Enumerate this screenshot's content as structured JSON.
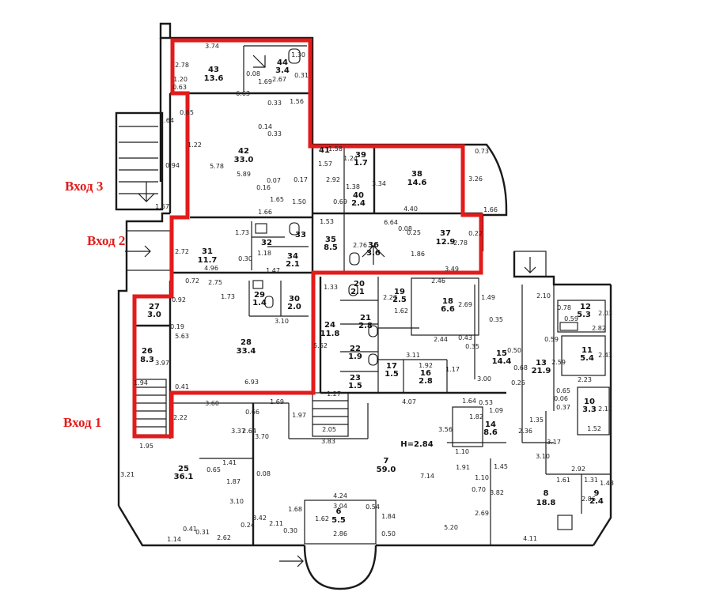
{
  "entrances": {
    "e1": "Вход 1",
    "e2": "Вход 2",
    "e3": "Вход 3"
  },
  "rooms": [
    {
      "n": "43",
      "a": "13.6"
    },
    {
      "n": "44",
      "a": "3.4"
    },
    {
      "n": "42",
      "a": "33.0"
    },
    {
      "n": "41",
      "a": ""
    },
    {
      "n": "39",
      "a": "1.7"
    },
    {
      "n": "40",
      "a": "2.4"
    },
    {
      "n": "38",
      "a": "14.6"
    },
    {
      "n": "31",
      "a": "11.7"
    },
    {
      "n": "32",
      "a": ""
    },
    {
      "n": "33",
      "a": ""
    },
    {
      "n": "34",
      "a": "2.1"
    },
    {
      "n": "35",
      "a": "8.5"
    },
    {
      "n": "36",
      "a": "3.6"
    },
    {
      "n": "37",
      "a": "12.9"
    },
    {
      "n": "27",
      "a": "3.0"
    },
    {
      "n": "26",
      "a": "8.3"
    },
    {
      "n": "28",
      "a": "33.4"
    },
    {
      "n": "29",
      "a": "1.4"
    },
    {
      "n": "30",
      "a": "2.0"
    },
    {
      "n": "20",
      "a": "2.1"
    },
    {
      "n": "19",
      "a": "2.5"
    },
    {
      "n": "18",
      "a": "6.6"
    },
    {
      "n": "21",
      "a": "2.8"
    },
    {
      "n": "24",
      "a": "11.8"
    },
    {
      "n": "22",
      "a": "1.9"
    },
    {
      "n": "23",
      "a": "1.5"
    },
    {
      "n": "17",
      "a": "1.5"
    },
    {
      "n": "16",
      "a": "2.8"
    },
    {
      "n": "15",
      "a": "14.4"
    },
    {
      "n": "14",
      "a": "8.6"
    },
    {
      "n": "13",
      "a": "21.9"
    },
    {
      "n": "12",
      "a": "5.3"
    },
    {
      "n": "11",
      "a": "5.4"
    },
    {
      "n": "10",
      "a": "3.3"
    },
    {
      "n": "25",
      "a": "36.1"
    },
    {
      "n": "7",
      "a": "59.0"
    },
    {
      "n": "6",
      "a": "5.5"
    },
    {
      "n": "8",
      "a": "18.8"
    },
    {
      "n": "9",
      "a": "2.4"
    }
  ],
  "height_note": "H=2.84",
  "dims": [
    "3.74",
    "2.78",
    "1.20",
    "0.63",
    "0.08",
    "1.69",
    "2.67",
    "1.30",
    "0.31",
    "6.63",
    "0.65",
    "1.64",
    "0.33",
    "1.56",
    "0.14",
    "0.33",
    "1.22",
    "5.78",
    "5.89",
    "0.07",
    "0.16",
    "1.65",
    "1.66",
    "1.50",
    "0.17",
    "2.92",
    "1.58",
    "1.57",
    "1.24",
    "0.69",
    "1.38",
    "3.34",
    "4.40",
    "0.73",
    "3.26",
    "1.66",
    "1.67",
    "0.94",
    "2.72",
    "1.73",
    "4.96",
    "1.18",
    "1.47",
    "0.30",
    "0.72",
    "2.75",
    "1.53",
    "0.25",
    "2.76",
    "1.86",
    "2.78",
    "0.22",
    "6.64",
    "0.08",
    "3.49",
    "0.92",
    "0.19",
    "5.63",
    "1.73",
    "3.10",
    "1.33",
    "5.62",
    "2.27",
    "1.62",
    "2.46",
    "2.69",
    "2.44",
    "1.49",
    "2.10",
    "0.78",
    "0.59",
    "2.82",
    "2.03",
    "0.35",
    "2.43",
    "2.59",
    "2.23",
    "0.65",
    "2.17",
    "1.52",
    "0.06",
    "0.37",
    "0.59",
    "3.11",
    "1.92",
    "1.17",
    "3.00",
    "0.25",
    "0.68",
    "0.35",
    "0.43",
    "0.50",
    "1.27",
    "0.41",
    "6.93",
    "3.97",
    "1.94",
    "3.60",
    "0.66",
    "1.69",
    "1.97",
    "4.07",
    "1.64",
    "0.53",
    "1.82",
    "1.10",
    "2.36",
    "1.35",
    "3.17",
    "1.09",
    "3.56",
    "2.22",
    "3.37",
    "2.64",
    "3.70",
    "1.95",
    "2.05",
    "3.83",
    "1.91",
    "1.10",
    "0.70",
    "1.45",
    "2.92",
    "1.61",
    "1.31",
    "1.43",
    "3.10",
    "1.41",
    "0.65",
    "1.87",
    "3.10",
    "3.42",
    "0.08",
    "3.21",
    "4.24",
    "3.04",
    "1.68",
    "1.62",
    "0.54",
    "1.84",
    "2.69",
    "3.82",
    "2.86",
    "7.14",
    "0.41",
    "0.31",
    "1.14",
    "2.62",
    "0.24",
    "2.11",
    "0.30",
    "2.86",
    "0.50",
    "5.20",
    "4.11"
  ]
}
